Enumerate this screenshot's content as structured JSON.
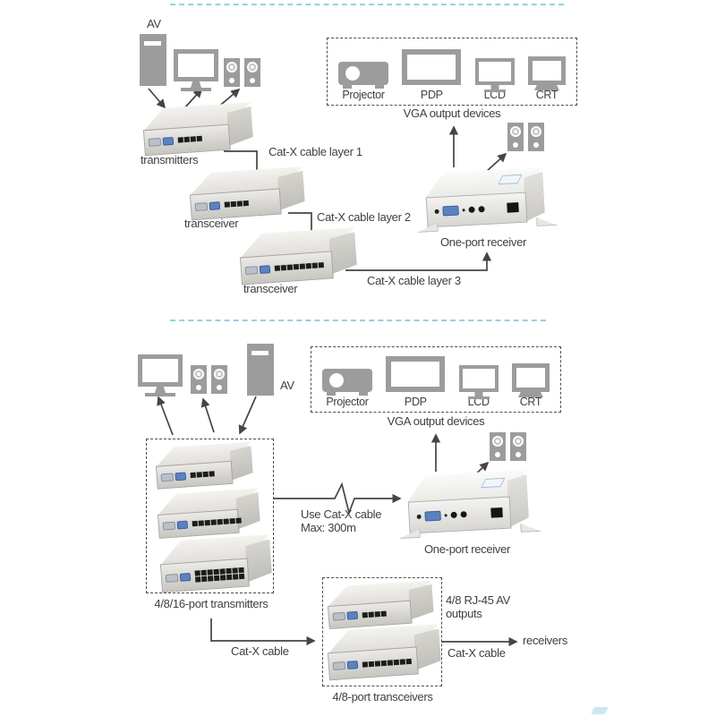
{
  "colors": {
    "divider": "#92d4de",
    "icon": "#9c9c9c",
    "text": "#3f3f3f",
    "arrow": "#454545",
    "vga_blue": "#5b82c0"
  },
  "icons": [
    "tower-icon",
    "monitor-icon",
    "speakers-icon",
    "projector-icon",
    "pdp-icon",
    "lcd-icon",
    "crt-icon",
    "cable-break-icon"
  ],
  "diagram1": {
    "av": "AV",
    "transmitters": "transmitters",
    "cable1": "Cat-X cable layer 1",
    "transceiver1": "transceiver",
    "cable2": "Cat-X cable layer 2",
    "transceiver2": "transceiver",
    "cable3": "Cat-X cable layer 3",
    "receiver": "One-port receiver",
    "vga": {
      "items": [
        "Projector",
        "PDP",
        "LCD",
        "CRT"
      ],
      "caption": "VGA output devices"
    }
  },
  "diagram2": {
    "av": "AV",
    "tx_box": "4/8/16-port transmitters",
    "note1": "Use Cat-X cable",
    "note2": "Max: 300m",
    "receiver": "One-port receiver",
    "vga": {
      "items": [
        "Projector",
        "PDP",
        "LCD",
        "CRT"
      ],
      "caption": "VGA output devices"
    },
    "cable_down": "Cat-X cable",
    "trx_box": "4/8-port transceivers",
    "rj45_1": "4/8 RJ-45 AV",
    "rj45_2": "outputs",
    "cable_right": "Cat-X cable",
    "receivers": "receivers"
  },
  "devices": [
    {
      "id": "d1-transmitter",
      "desc": "4-port transmitter",
      "ports": 4,
      "rows": 1
    },
    {
      "id": "d1-transceiver1",
      "desc": "4-port transceiver",
      "ports": 4,
      "rows": 1
    },
    {
      "id": "d1-transceiver2",
      "desc": "8-port transceiver",
      "ports": 8,
      "rows": 1
    },
    {
      "id": "d2-tx4",
      "desc": "4-port transmitter",
      "ports": 4,
      "rows": 1
    },
    {
      "id": "d2-tx8",
      "desc": "8-port transmitter",
      "ports": 8,
      "rows": 1
    },
    {
      "id": "d2-tx16",
      "desc": "16-port transmitter",
      "ports": 16,
      "rows": 2
    },
    {
      "id": "d2-trx4",
      "desc": "4-port transceiver",
      "ports": 4,
      "rows": 1
    },
    {
      "id": "d2-trx8",
      "desc": "8-port transceiver",
      "ports": 8,
      "rows": 1
    }
  ]
}
